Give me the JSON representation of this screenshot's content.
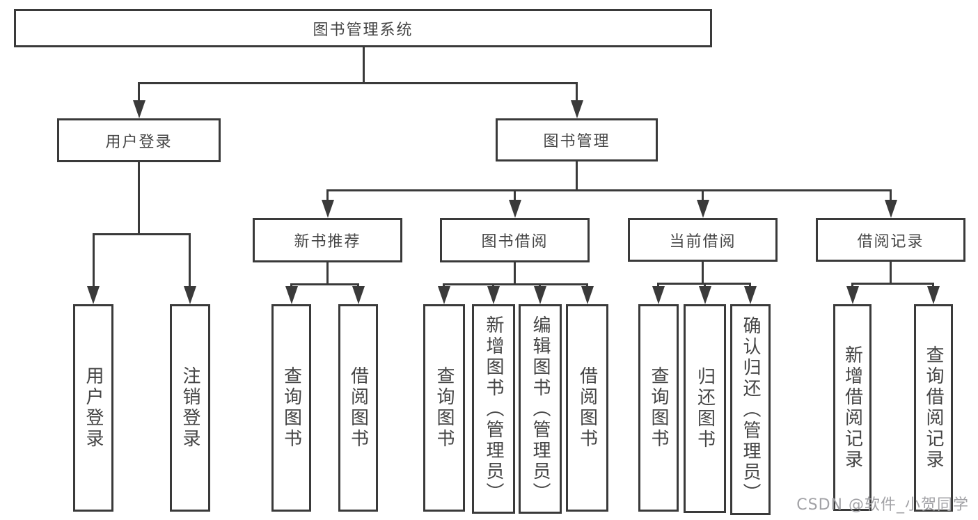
{
  "diagram": {
    "colors": {
      "line": "#3a3a3a",
      "text": "#454545",
      "bg": "#ffffff",
      "wm": "#a2a2a6"
    },
    "root": {
      "label": "图书管理系统",
      "children": [
        {
          "label": "用户登录",
          "children": [
            {
              "label": "用户登录"
            },
            {
              "label": "注销登录"
            }
          ]
        },
        {
          "label": "图书管理",
          "children": [
            {
              "label": "新书推荐",
              "children": [
                {
                  "label": "查询图书"
                },
                {
                  "label": "借阅图书"
                }
              ]
            },
            {
              "label": "图书借阅",
              "children": [
                {
                  "label": "查询图书"
                },
                {
                  "label": "新增图书（管理员）"
                },
                {
                  "label": "编辑图书（管理员）"
                },
                {
                  "label": "借阅图书"
                }
              ]
            },
            {
              "label": "当前借阅",
              "children": [
                {
                  "label": "查询图书"
                },
                {
                  "label": "归还图书"
                },
                {
                  "label": "确认归还（管理员）"
                }
              ]
            },
            {
              "label": "借阅记录",
              "children": [
                {
                  "label": "新增借阅记录"
                },
                {
                  "label": "查询借阅记录"
                }
              ]
            }
          ]
        }
      ]
    },
    "watermark": "CSDN @软件_小贺同学"
  }
}
